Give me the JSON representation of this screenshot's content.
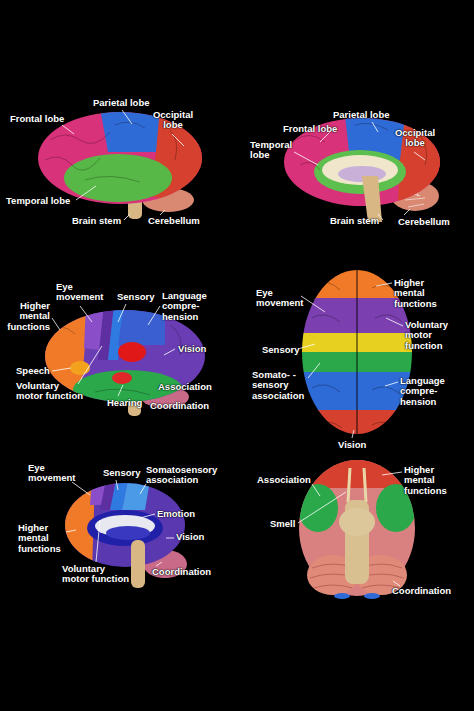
{
  "diagram": {
    "labels": [
      "Frontal lobe",
      "Parietal lobe",
      "Occipital lobe",
      "Temporal lobe",
      "Brain stem",
      "Cerebellum",
      "Parietal lobe",
      "Frontal lobe",
      "Temporal lobe",
      "Occipital lobe",
      "Brain stem",
      "Cerebellum",
      "Eye movement",
      "Sensory",
      "Language compre-hension",
      "Higher mental functions",
      "Vision",
      "Speech",
      "Voluntary motor function",
      "Hearing",
      "Association",
      "Coordination",
      "Eye movement",
      "Higher mental functions",
      "Voluntary motor function",
      "Sensory",
      "Somato- -sensory association",
      "Language compre-hension",
      "Vision",
      "Eye movement",
      "Sensory",
      "Somatosensory association",
      "Emotion",
      "Higher mental functions",
      "Vision",
      "Voluntary motor function",
      "Coordination",
      "Association",
      "Higher mental functions",
      "Smell",
      "Coordination"
    ]
  }
}
